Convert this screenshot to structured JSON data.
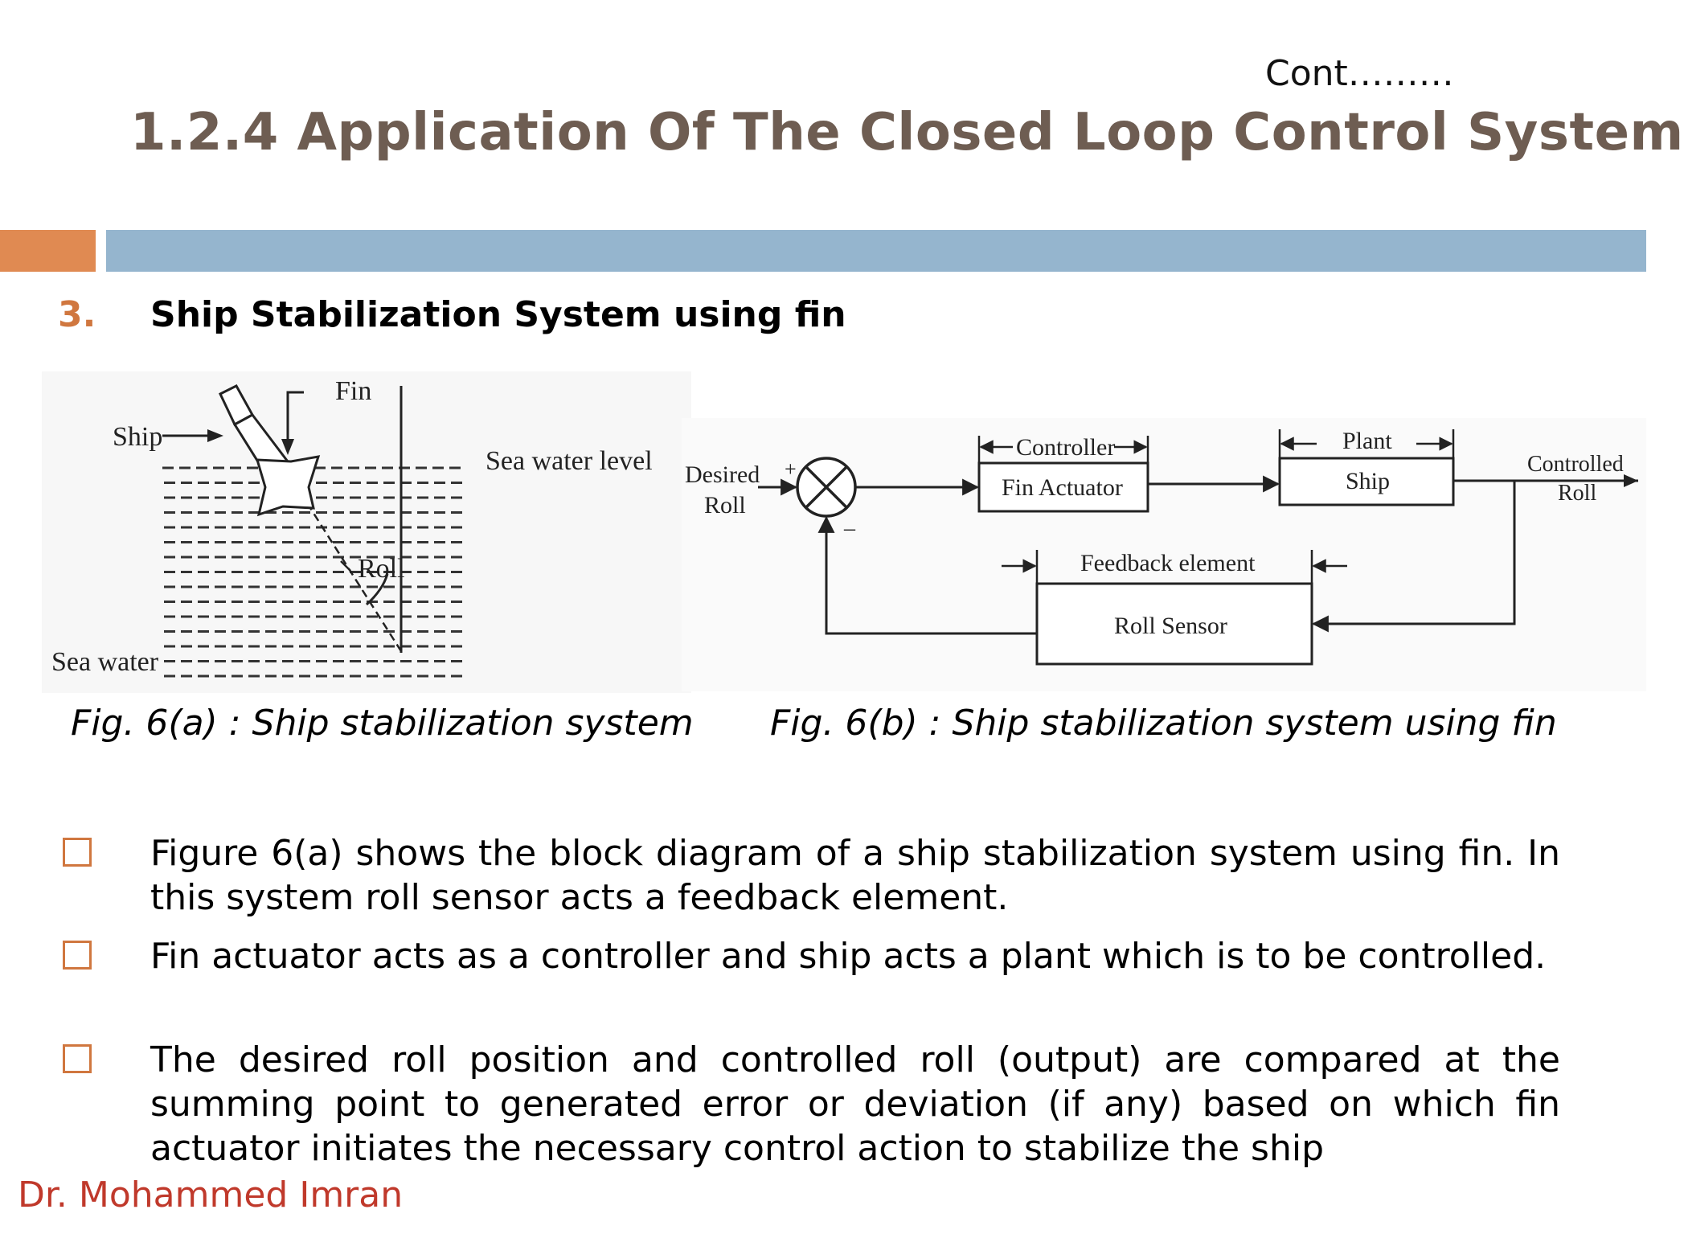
{
  "header": {
    "cont": "Cont………",
    "title": "1.2.4 Application Of The Closed Loop Control System"
  },
  "section": {
    "number": "3.",
    "title": "Ship Stabilization System using fin"
  },
  "figure_a": {
    "labels": {
      "fin": "Fin",
      "ship": "Ship",
      "sea_water_level": "Sea water level",
      "roll": "Roll",
      "sea_water": "Sea water"
    },
    "caption": "Fig. 6(a) : Ship stabilization system"
  },
  "figure_b": {
    "labels": {
      "desired": "Desired",
      "roll": "Roll",
      "plus": "+",
      "minus": "–",
      "controller": "Controller",
      "fin_actuator": "Fin Actuator",
      "plant": "Plant",
      "ship": "Ship",
      "controlled": "Controlled",
      "controlled_roll": "Roll",
      "feedback_element": "Feedback element",
      "roll_sensor": "Roll Sensor"
    },
    "caption": "Fig. 6(b) : Ship stabilization system using fin"
  },
  "bullets": [
    "Figure 6(a) shows the block diagram of a ship stabilization system using fin. In this system roll sensor acts a feedback element.",
    "Fin actuator acts as a controller and ship acts a plant which is to be controlled.",
    "The desired roll position and controlled roll (output) are compared at the summing point to generated error or deviation (if any) based on which fin actuator initiates the necessary control action to stabilize the ship"
  ],
  "footer": {
    "author": "Dr. Mohammed Imran"
  },
  "colors": {
    "title": "#6e5d52",
    "accent_orange": "#e08a52",
    "accent_blue": "#95b5ce",
    "bullet": "#d0773f",
    "author": "#c0392b"
  }
}
